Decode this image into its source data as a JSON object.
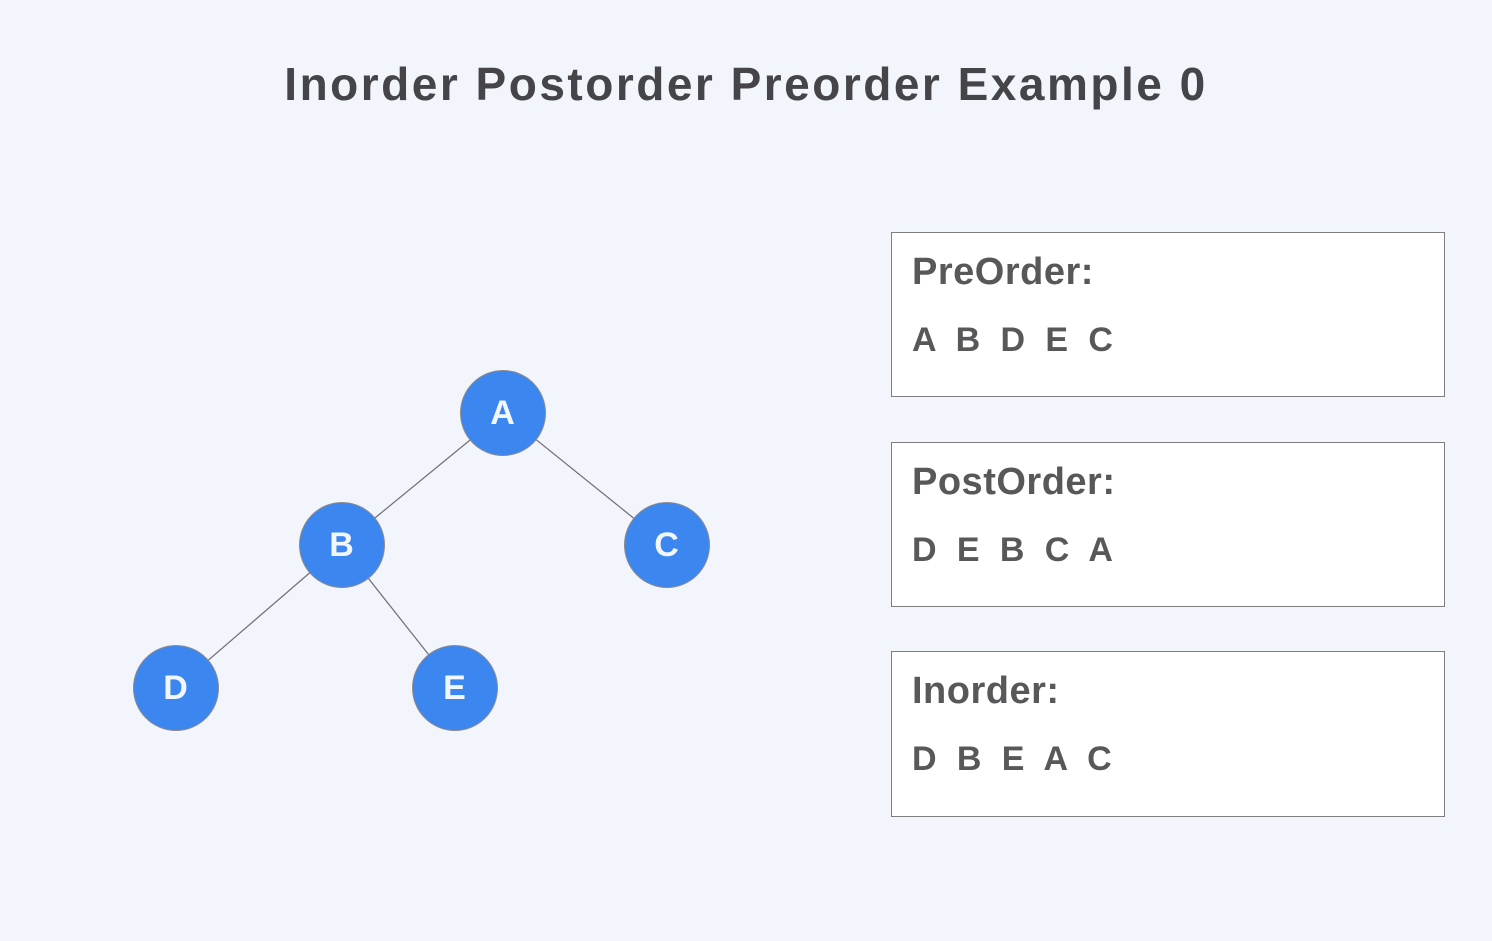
{
  "title": "Inorder Postorder Preorder Example 0",
  "tree": {
    "nodes": [
      {
        "id": "A",
        "label": "A"
      },
      {
        "id": "B",
        "label": "B"
      },
      {
        "id": "C",
        "label": "C"
      },
      {
        "id": "D",
        "label": "D"
      },
      {
        "id": "E",
        "label": "E"
      }
    ],
    "edges": [
      {
        "from": "A",
        "to": "B"
      },
      {
        "from": "A",
        "to": "C"
      },
      {
        "from": "B",
        "to": "D"
      },
      {
        "from": "B",
        "to": "E"
      }
    ]
  },
  "traversals": [
    {
      "label": "PreOrder:",
      "sequence": "A B D E C"
    },
    {
      "label": "PostOrder:",
      "sequence": "D E B C A"
    },
    {
      "label": "Inorder:",
      "sequence": "D B E A C"
    }
  ],
  "colors": {
    "background": "#f2f5fc",
    "title_text": "#454549",
    "node_fill": "#3c86f0",
    "node_text": "#f2f6fd",
    "node_border": "#8b8b8b",
    "edge_line": "#6f6f6f",
    "box_bg": "#ffffff",
    "box_border": "#7e7e7e",
    "panel_text": "#58585a"
  }
}
